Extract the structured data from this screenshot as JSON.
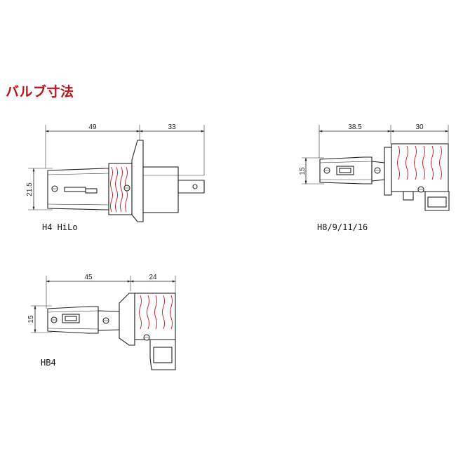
{
  "heading": "バルブ寸法",
  "bulbs": [
    {
      "name": "H4 HiLo",
      "dims": {
        "length": "49",
        "base": "33",
        "height": "21.5"
      }
    },
    {
      "name": "H8/9/11/16",
      "dims": {
        "length": "38.5",
        "base": "30",
        "height": "15"
      }
    },
    {
      "name": "HB4",
      "dims": {
        "length": "45",
        "base": "24",
        "height": "15"
      }
    }
  ],
  "colors": {
    "accent": "#c0111b",
    "line": "#222222"
  }
}
